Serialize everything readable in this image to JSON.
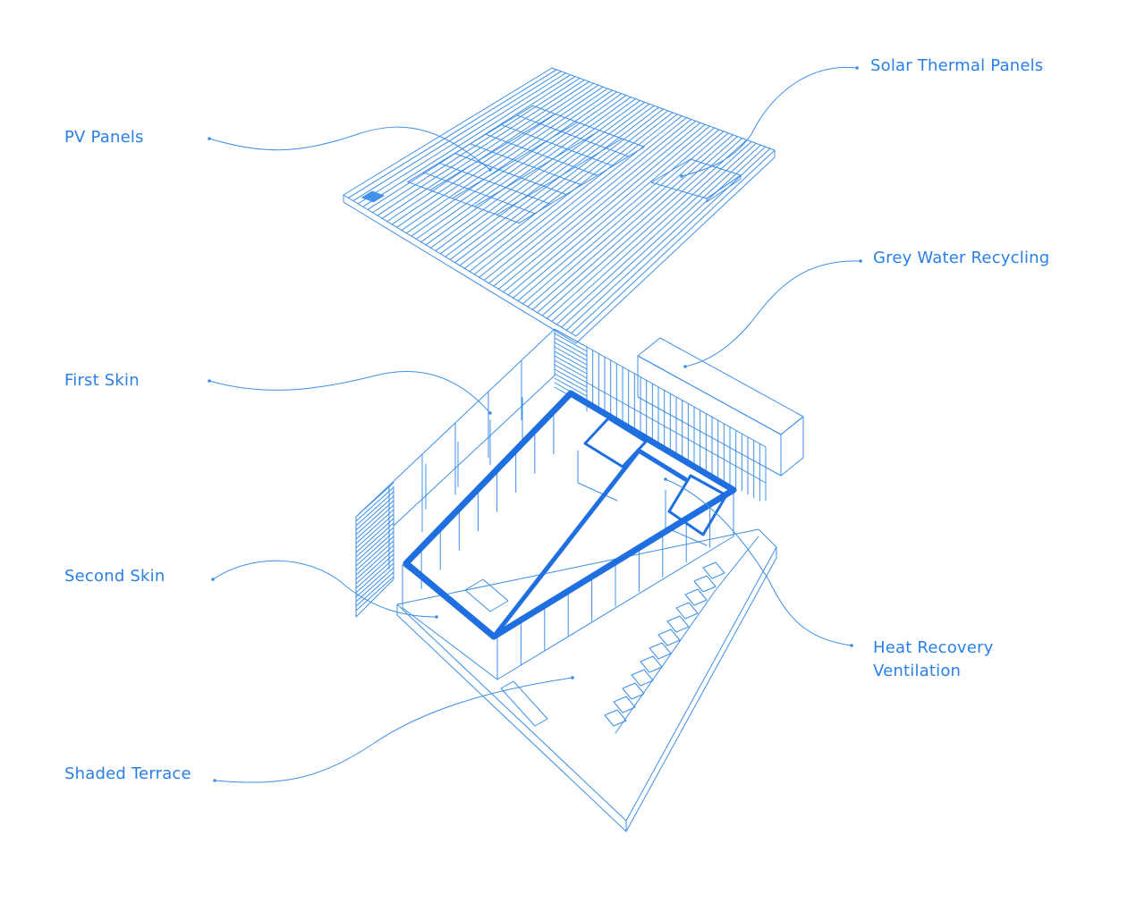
{
  "colors": {
    "line": "#3d8fe8",
    "accent": "#1f6fe0",
    "text": "#2a7fe6",
    "background": "#ffffff"
  },
  "labels": {
    "pv_panels": "PV Panels",
    "solar_thermal": "Solar Thermal Panels",
    "grey_water": "Grey Water Recycling",
    "first_skin": "First Skin",
    "second_skin": "Second Skin",
    "heat_recovery_line1": "Heat Recovery",
    "heat_recovery_line2": "Ventilation",
    "shaded_terrace": "Shaded Terrace"
  }
}
